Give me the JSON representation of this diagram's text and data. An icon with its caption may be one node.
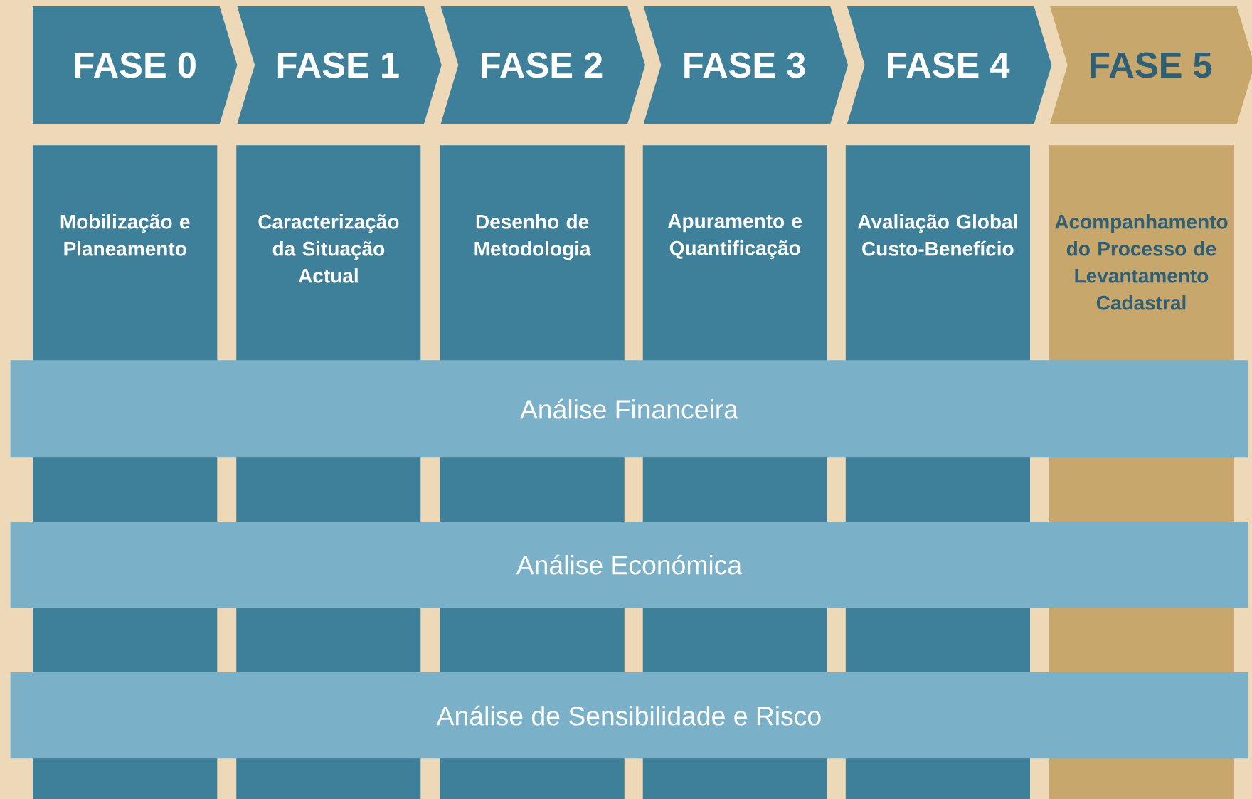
{
  "diagram": {
    "nodes": [
      {
        "text": [
          "FASE 0"
        ]
      },
      {
        "text": [
          "FASE 1"
        ]
      },
      {
        "text": [
          "FASE 2"
        ]
      },
      {
        "text": [
          "FASE 3"
        ]
      },
      {
        "text": [
          "FASE 4"
        ]
      },
      {
        "text": [
          "FASE 5"
        ]
      },
      {
        "text": [
          "Mobilização e Planeamento"
        ]
      },
      {
        "text": [
          "Caracterização da Situação Actual"
        ]
      },
      {
        "text": [
          "Desenho de Metodologia"
        ]
      },
      {
        "text": [
          "Apuramento e Quantificação"
        ]
      },
      {
        "text": [
          "Avaliação Global Custo-Benefício"
        ]
      },
      {
        "text": [
          "Acompanhamento do Processo de Levantamento Cadastral"
        ]
      },
      {
        "text": [
          "Análise Financeira"
        ]
      },
      {
        "text": [
          "Análise Económica"
        ]
      },
      {
        "text": [
          "Análise de Sensibilidade e Risco"
        ]
      }
    ]
  }
}
